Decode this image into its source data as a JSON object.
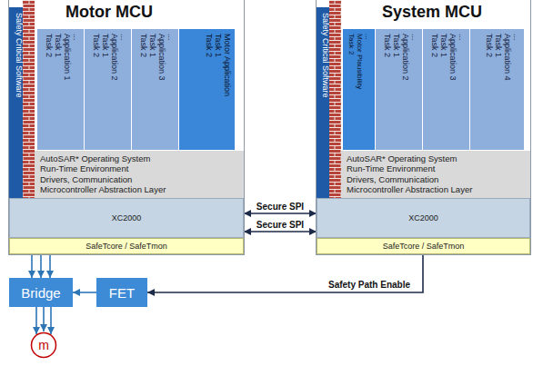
{
  "diagram": {
    "nodes": [
      {
        "text": [
          "Motor MCU"
        ]
      },
      {
        "text": [
          "Safety Critical Software"
        ],
        "in": 0
      },
      {
        "text": [
          "...",
          "Application 1",
          "Task 1",
          "Task 2"
        ],
        "in": 0
      },
      {
        "text": [
          "...",
          "Application 2",
          "Task 1",
          "Task 2"
        ],
        "in": 0
      },
      {
        "text": [
          "...",
          "Application 3",
          "Task 1",
          "Task 2"
        ],
        "in": 0
      },
      {
        "text": [
          "Motor Application",
          "Task 1",
          "Task 2"
        ],
        "in": 0
      },
      {
        "text": [
          "AutoSAR* Operating System",
          "Run-Time Environment",
          "Drivers, Communication",
          "Microcontroller Abstraction Layer"
        ],
        "in": 0
      },
      {
        "text": [
          "XC2000"
        ],
        "in": 0
      },
      {
        "text": [
          "SafeTcore / SafeTmon"
        ],
        "in": 0
      },
      {
        "text": [
          "System MCU"
        ]
      },
      {
        "text": [
          "Safety Critical Software"
        ],
        "in": 9
      },
      {
        "text": [
          "...",
          "Motor Plausibility",
          "Task 2"
        ],
        "in": 9
      },
      {
        "text": [
          "...",
          "Application 2",
          "Task 1",
          "Task 2"
        ],
        "in": 9
      },
      {
        "text": [
          "...",
          "Application 3",
          "Task 1",
          "Task 2"
        ],
        "in": 9
      },
      {
        "text": [
          "...",
          "Application 4",
          "Task 1",
          "Task 2"
        ],
        "in": 9
      },
      {
        "text": [
          "AutoSAR* Operating System",
          "Run-Time Environment",
          "Drivers, Communication",
          "Microcontroller Abstraction Layer"
        ],
        "in": 9
      },
      {
        "text": [
          "XC2000"
        ],
        "in": 9
      },
      {
        "text": [
          "SafeTcore / SafeTmon"
        ],
        "in": 9
      },
      {
        "text": [
          "Bridge"
        ]
      },
      {
        "text": [
          "FET"
        ]
      },
      {
        "text": [
          "m"
        ]
      }
    ],
    "edges": [
      {
        "from": 7,
        "to": 16,
        "arrow": "both",
        "label": "Secure SPI"
      },
      {
        "from": 7,
        "to": 16,
        "arrow": "both",
        "label": "Secure SPI"
      },
      {
        "from": 8,
        "to": 18,
        "arrow": "to"
      },
      {
        "from": 19,
        "to": 18,
        "arrow": "to"
      },
      {
        "from": 18,
        "to": 20,
        "arrow": "to"
      },
      {
        "from": 17,
        "to": 19,
        "arrow": "to",
        "label": "Safety Path Enable"
      }
    ]
  }
}
